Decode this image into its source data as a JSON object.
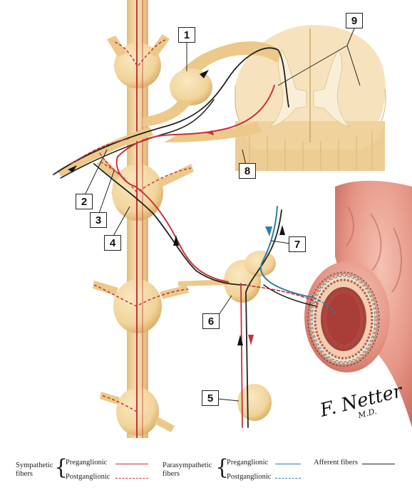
{
  "labels": [
    "1",
    "2",
    "3",
    "4",
    "5",
    "6",
    "7",
    "8",
    "9"
  ],
  "signature": {
    "name": "F. Netter",
    "suffix": "M.D."
  },
  "legend": {
    "sympathetic": "Sympathetic fibers",
    "parasympathetic": "Parasympathetic fibers",
    "preganglionic": "Preganglionic",
    "postganglionic": "Postganglionic",
    "afferent": "Afferent fibers"
  },
  "colors": {
    "sympathetic": "#c7313a",
    "parasympathetic": "#2f7fa6",
    "afferent": "#222222",
    "ganglion": "#f0d49a",
    "ganglion_shade": "#d9ae65",
    "spinal_cord": "#f6e3bd",
    "gray_matter": "#f9efd9",
    "intestine": "#e79a8c",
    "lumen": "#b84a44"
  }
}
